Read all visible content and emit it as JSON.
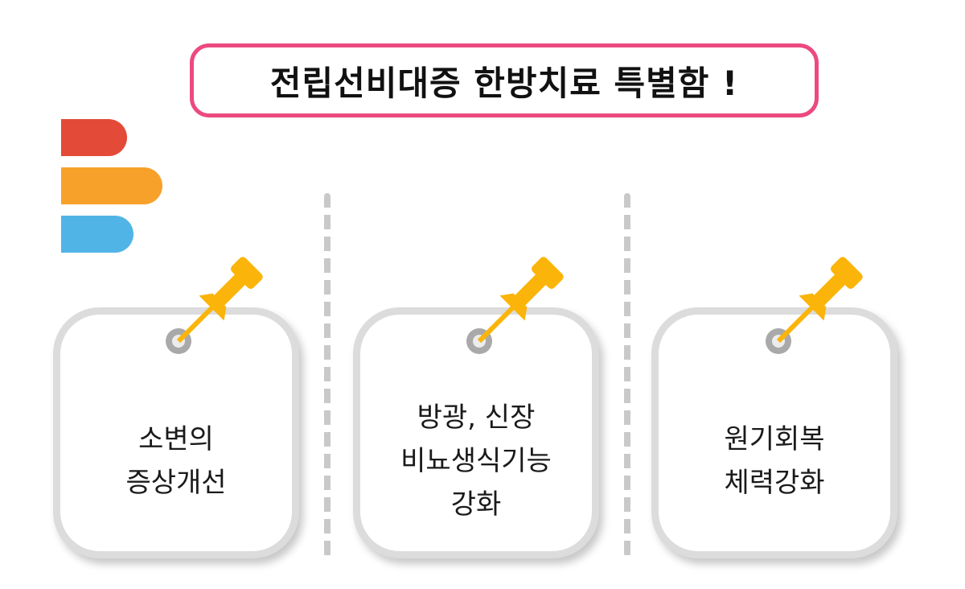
{
  "header": {
    "title": "전립선비대증 한방치료 특별함 !"
  },
  "colors": {
    "title_border": "#ec4a7f",
    "logo_red": "#e34a37",
    "logo_orange": "#f7a12b",
    "logo_blue": "#50b4e6",
    "pin": "#fbb40a",
    "card_border": "#dcdcdc",
    "divider": "#c9c9c9"
  },
  "cards": [
    {
      "icon": "pushpin-icon",
      "lines": [
        "소변의",
        "증상개선"
      ]
    },
    {
      "icon": "pushpin-icon",
      "lines": [
        "방광, 신장",
        "비뇨생식기능",
        "강화"
      ]
    },
    {
      "icon": "pushpin-icon",
      "lines": [
        "원기회복",
        "체력강화"
      ]
    }
  ]
}
